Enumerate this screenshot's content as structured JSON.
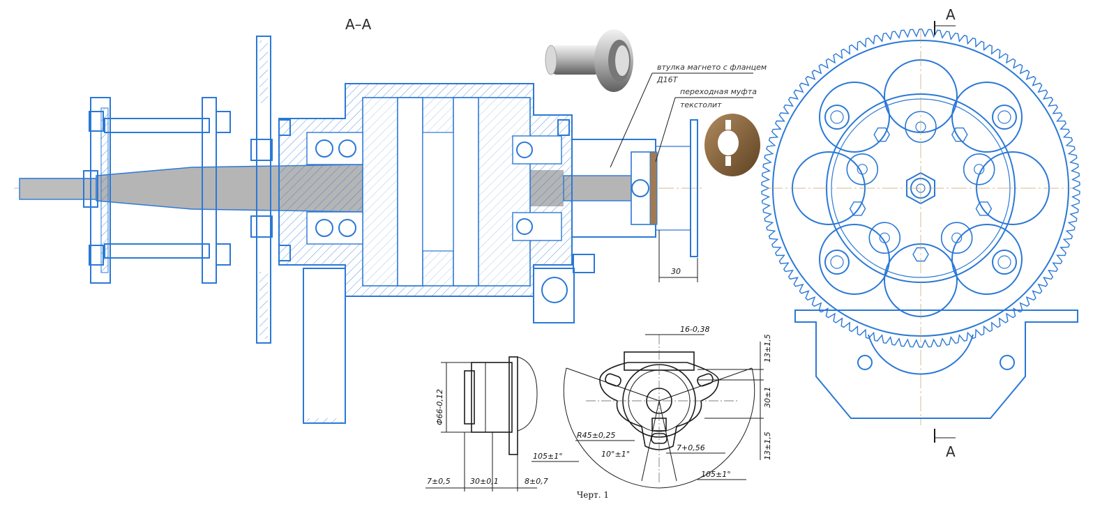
{
  "section_title": "А–А",
  "cut_marker_top": "А",
  "cut_marker_bottom": "А",
  "callouts": {
    "bushing_name": "втулка магнето с фланцем",
    "bushing_material": "Д16Т",
    "coupling_name": "переходная муфта",
    "coupling_material": "текстолит"
  },
  "section_dimension": "30",
  "detail_dimensions": {
    "width_top": "16-0,38",
    "diameter": "Ф66-0,12",
    "h1": "13±1,5",
    "h2": "30±1",
    "h3": "13±1,5",
    "radius": "R45±0,25",
    "hole": "7+0,56",
    "angle_small": "10°±1°",
    "angle_left": "105±1°",
    "angle_right": "105±1°",
    "b1": "7±0,5",
    "b2": "30±0,1",
    "b3": "8±0,7"
  },
  "caption": "Черт. 1",
  "colors": {
    "line": "#2a78d6",
    "shaft": "#aaaaaa",
    "bushing": "#8a6a44",
    "ink": "#1a1a1a"
  }
}
